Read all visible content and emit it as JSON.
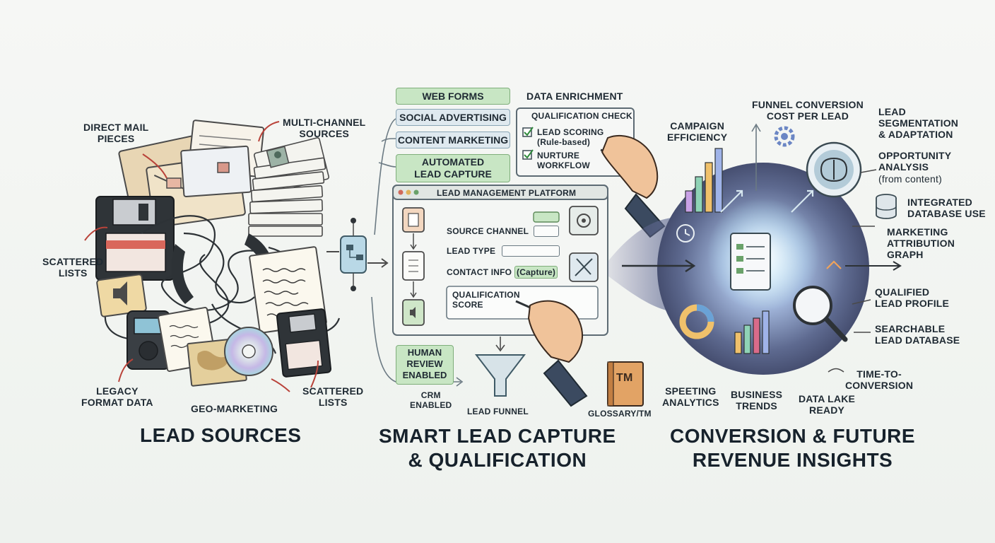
{
  "sections": {
    "sources": {
      "title": "LEAD SOURCES",
      "labels": {
        "direct_mail": "DIRECT MAIL\nPIECES",
        "multi_channel": "MULTI-CHANNEL\nSOURCES",
        "scattered_lists_left": "SCATTERED\nLISTS",
        "legacy": "LEGACY\nFORMAT DATA",
        "geo": "GEO-MARKETING",
        "scattered_lists_right": "SCATTERED\nLISTS"
      }
    },
    "capture": {
      "title": "SMART LEAD CAPTURE\n& QUALIFICATION",
      "channels": {
        "web_forms": "WEB FORMS",
        "social": "SOCIAL ADVERTISING",
        "content": "CONTENT MARKETING",
        "automated": "AUTOMATED\nLEAD CAPTURE"
      },
      "enrichment": "DATA ENRICHMENT",
      "qualification": {
        "title": "QUALIFICATION CHECK",
        "item1": "LEAD SCORING\n(Rule-based)",
        "item2": "NURTURE\nWORKFLOW"
      },
      "platform": {
        "title": "LEAD MANAGEMENT PLATFORM",
        "source_channel": "SOURCE CHANNEL",
        "lead_type": "LEAD TYPE",
        "contact_info": "CONTACT INFO",
        "contact_capture": "(Capture)",
        "qual_score": "QUALIFICATION\nSCORE"
      },
      "human_review": "HUMAN\nREVIEW\nENABLED",
      "crm": "CRM\nENABLED",
      "funnel": "LEAD FUNNEL",
      "glossary": "GLOSSARY/TM",
      "tm_badge": "TM"
    },
    "insights": {
      "title": "CONVERSION & FUTURE\nREVENUE INSIGHTS",
      "labels": {
        "campaign": "CAMPAIGN\nEFFICIENCY",
        "funnel_cost": "FUNNEL CONVERSION\nCOST PER LEAD",
        "segmentation": "LEAD\nSEGMENTATION\n& ADAPTATION",
        "opportunity": "OPPORTUNITY\nANALYSIS",
        "opportunity_sub": "(from content)",
        "database": "INTEGRATED\nDATABASE USE",
        "attribution": "MARKETING\nATTRIBUTION\nGRAPH",
        "qualified_profile": "QUALIFIED\nLEAD PROFILE",
        "searchable": "SEARCHABLE\nLEAD DATABASE",
        "time_to_conversion": "TIME-TO-\nCONVERSION",
        "speeting": "SPEETING\nANALYTICS",
        "business": "BUSINESS\nTRENDS",
        "data_lake": "DATA LAKE\nREADY"
      }
    }
  },
  "colors": {
    "ink": "#1f2a33",
    "pill_green": "#c8e6c4",
    "pill_blue": "#dfe9ef",
    "arrow_red": "#c0392b",
    "orb": "#5b6b8c"
  }
}
